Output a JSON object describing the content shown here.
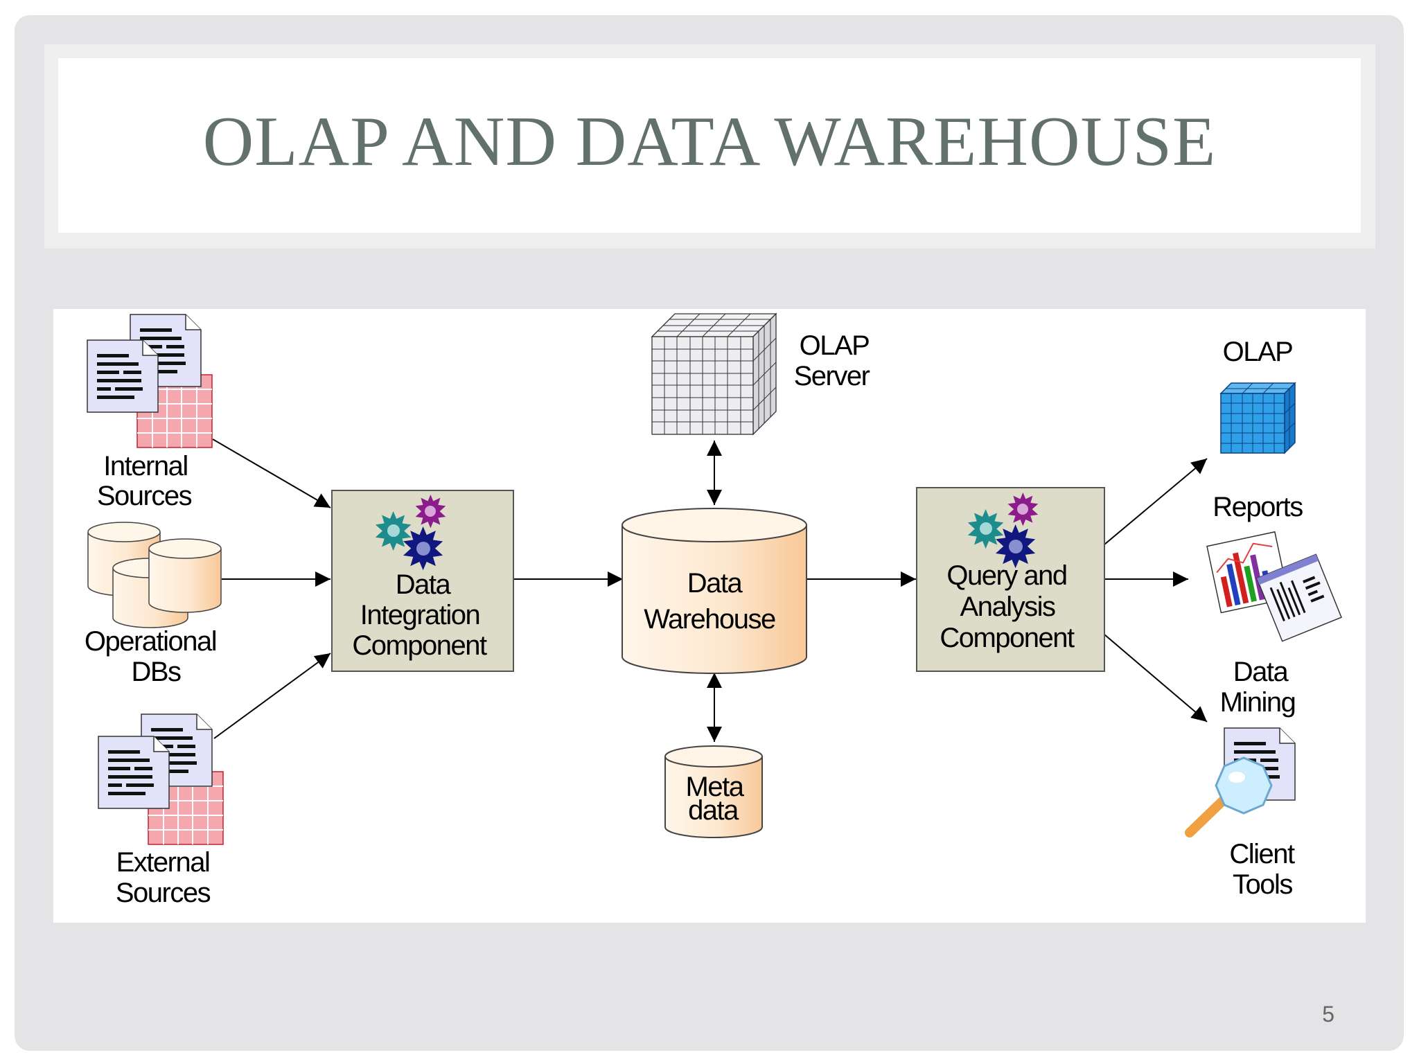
{
  "slide": {
    "title": "OLAP AND DATA WAREHOUSE",
    "page_number": "5"
  },
  "diagram": {
    "sources": {
      "internal": [
        "Internal",
        "Sources"
      ],
      "operational": [
        "Operational",
        "DBs"
      ],
      "external": [
        "External",
        "Sources"
      ]
    },
    "integration": [
      "Data",
      "Integration",
      "Component"
    ],
    "warehouse": [
      "Data",
      "Warehouse"
    ],
    "olap_server": [
      "OLAP",
      "Server"
    ],
    "metadata": [
      "Meta",
      "data"
    ],
    "query": [
      "Query and",
      "Analysis",
      "Component"
    ],
    "outputs": {
      "olap": "OLAP",
      "reports": "Reports",
      "mining": [
        "Data",
        "Mining"
      ],
      "client_tools": [
        "Client",
        "Tools"
      ]
    }
  },
  "colors": {
    "title": "#62726a",
    "component_box": "#dcdcc8",
    "cylinder": "#fde4c8",
    "document": "#e2e2f8",
    "table_pink": "#f4a8ae",
    "olap_cube": "#2f9fe8",
    "gear_teal": "#1c8c8c",
    "gear_purple": "#8c1c8c",
    "gear_navy": "#101880"
  }
}
